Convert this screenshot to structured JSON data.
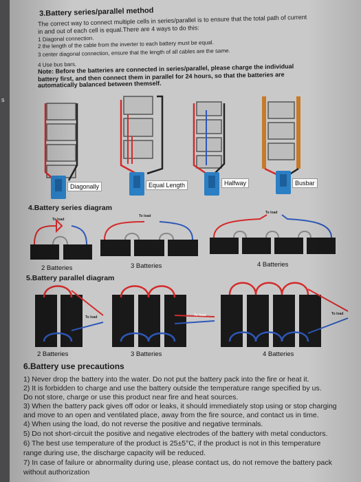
{
  "section3": {
    "title": "3.Battery series/parallel method",
    "intro_line1": "The correct way to connect multiple cells in series/parallel is to ensure that the total path of current",
    "intro_line2": "in and out of each cell is equal.There are 4 ways to do this:",
    "item1": "1 Diagonal connection.",
    "item2": "2 the length of the cable from the inverter to each battery must be equal.",
    "item3": "3 center diagonal connection, ensure that the length of all cables are the same.",
    "item4": "4 Use bus bars.",
    "note_line1": "Note: Before the batteries are connected in series/parallel, please charge the individual",
    "note_line2": "battery first, and then connect them in parallel for 24 hours, so that the batteries are",
    "note_line3": "automatically balanced between themself.",
    "labels": {
      "diagonally": "Diagonally",
      "equal_length": "Equal Length",
      "halfway": "Halfway",
      "busbar": "Busbar"
    }
  },
  "section4": {
    "title": "4.Battery series diagram",
    "to_load": "To load",
    "labels": [
      "2 Batteries",
      "3 Batteries",
      "4 Batteries"
    ]
  },
  "section5": {
    "title": "5.Battery parallel diagram",
    "to_load": "To load",
    "labels": [
      "2 Batteries",
      "3 Batteries",
      "4 Batteries"
    ]
  },
  "section6": {
    "title": "6.Battery use precautions",
    "p1": "1) Never drop the battery into the water. Do not put the battery pack into the fire or heat it.",
    "p2a": "2) It is forbidden to charge and use the battery outside the temperature range specified by us.",
    "p2b": "Do not store, charge or use this product near fire and heat sources.",
    "p3a": "3) When the battery pack gives off odor or leaks, it should immediately stop using or stop charging",
    "p3b": "and move to an open and ventilated place, away from the fire source, and contact us in time.",
    "p4": "4) When using the load, do not reverse the positive and negative terminals.",
    "p5": "5) Do not short-circuit the positive and negative electrodes of the battery with metal conductors.",
    "p6a": "6) The best use temperature of the product is 25±5°C, if the product is not in this temperature",
    "p6b": "range during use, the discharge capacity will be reduced.",
    "p7a": "7) In case of failure or abnormality during use, please contact us, do not remove the battery pack",
    "p7b": "without authorization"
  },
  "prev_page": {
    "letter": "s"
  },
  "colors": {
    "paper": "#c9c9c9",
    "positive": "#d42a2a",
    "negative": "#2d57b8",
    "inverter": "#2b7fc4",
    "busbar": "#c77a2a"
  }
}
